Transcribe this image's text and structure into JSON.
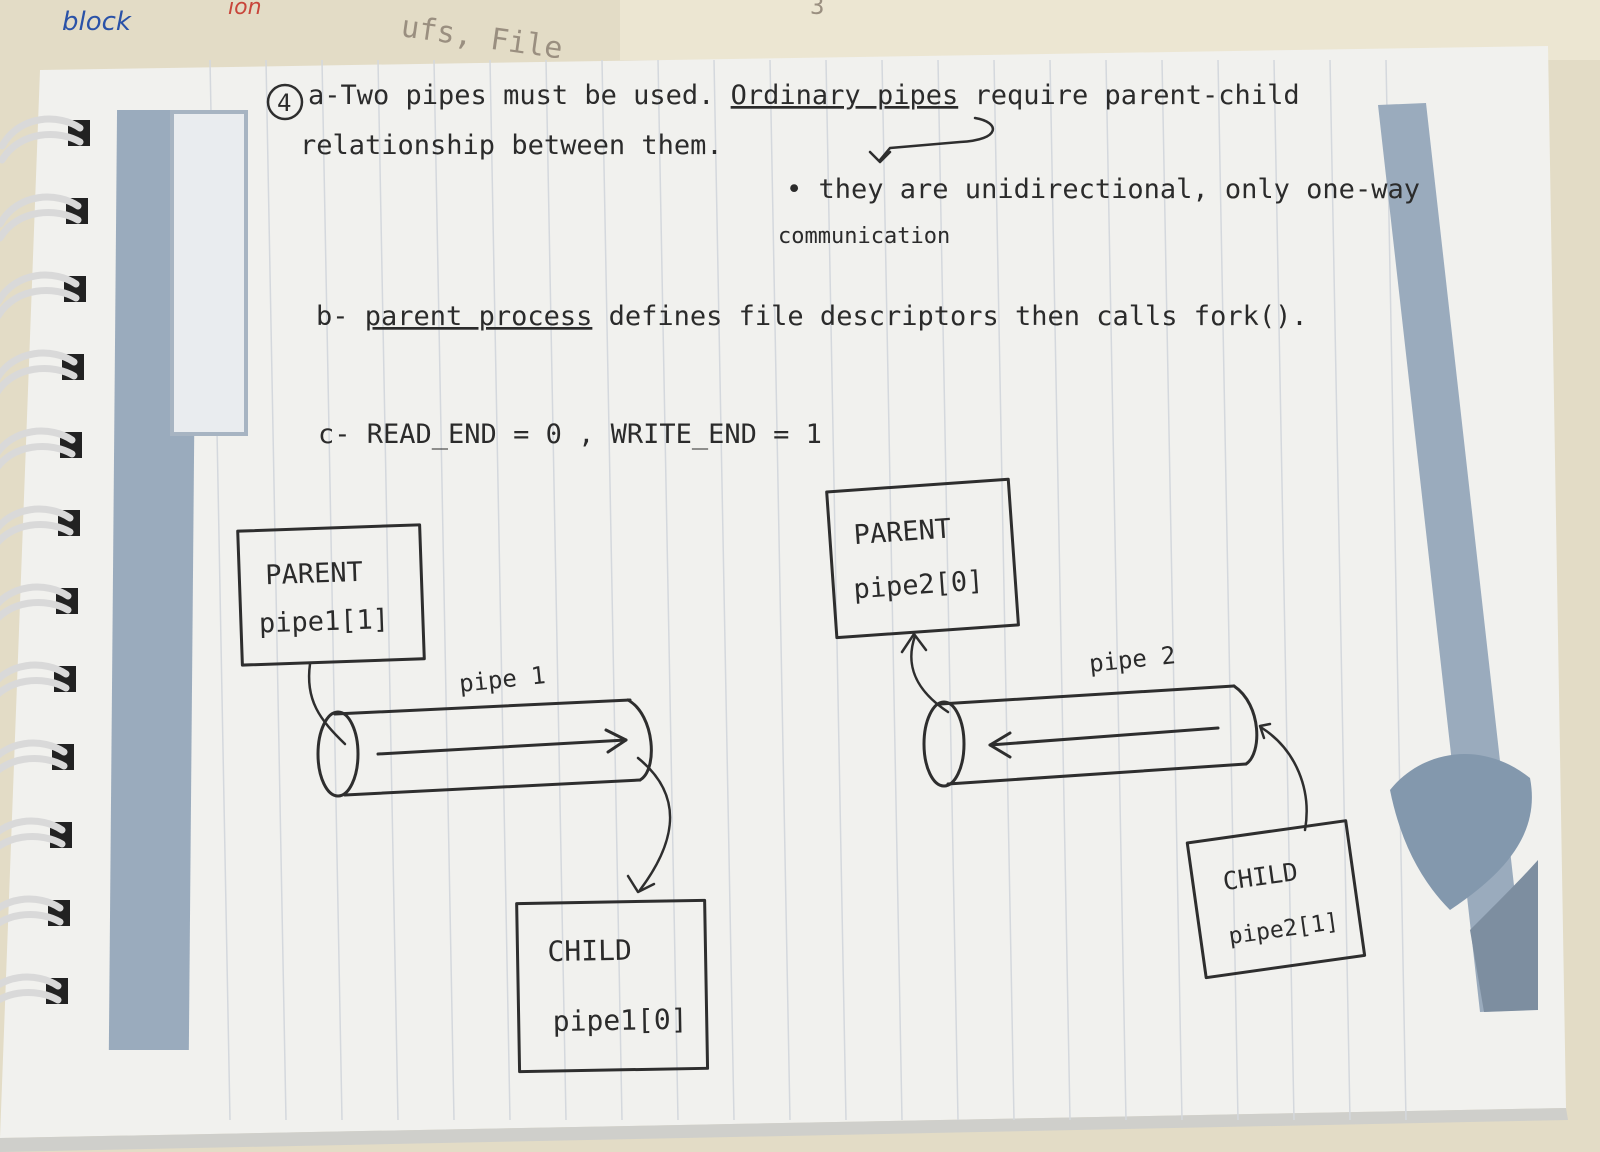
{
  "background_page": {
    "snippets": [
      "block",
      "ion",
      "ufs, File",
      "3"
    ]
  },
  "answer": {
    "number": "4",
    "a": {
      "line1_prefix": "a-Two pipes must be used. ",
      "line1_underlined": "Ordinary pipes",
      "line1_suffix": " require parent-child",
      "line2": "relationship between them.",
      "note_line1": "• they are unidirectional, only one-way",
      "note_line2": "communication"
    },
    "b": {
      "prefix": "b- ",
      "underlined": "parent process",
      "suffix": " defines file descriptors then calls fork()."
    },
    "c": {
      "text": "c- READ_END = 0 , WRITE_END = 1"
    }
  },
  "diagram1": {
    "parent_label": "PARENT",
    "parent_fd": "pipe1[1]",
    "pipe_label": "pipe 1",
    "child_label": "CHILD",
    "child_fd": "pipe1[0]"
  },
  "diagram2": {
    "parent_label": "PARENT",
    "parent_fd": "pipe2[0]",
    "pipe_label": "pipe 2",
    "child_label": "CHILD",
    "child_fd": "pipe2[1]"
  },
  "colors": {
    "paper": "#f1f1ee",
    "ink": "#2e2e2e",
    "side_band": "#9aaabd",
    "spiral": "#d9d9d9"
  }
}
